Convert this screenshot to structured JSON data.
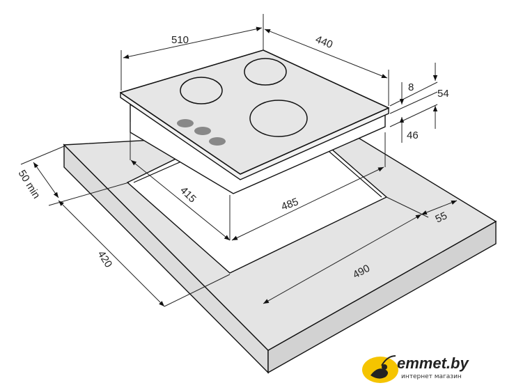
{
  "dimensions": {
    "hob_width": "510",
    "hob_depth": "440",
    "glass_thickness": "8",
    "total_height": "54",
    "body_height": "46",
    "cutout_depth": "415",
    "cutout_width": "485",
    "min_rear_distance": "50 min",
    "countertop_depth": "420",
    "countertop_width_min": "490",
    "side_distance": "55"
  },
  "logo": {
    "brand": "emmet.by",
    "tagline": "интернет магазин",
    "color": "#f5c400"
  },
  "colors": {
    "surface": "#e6e6e6",
    "knob": "#888888"
  }
}
